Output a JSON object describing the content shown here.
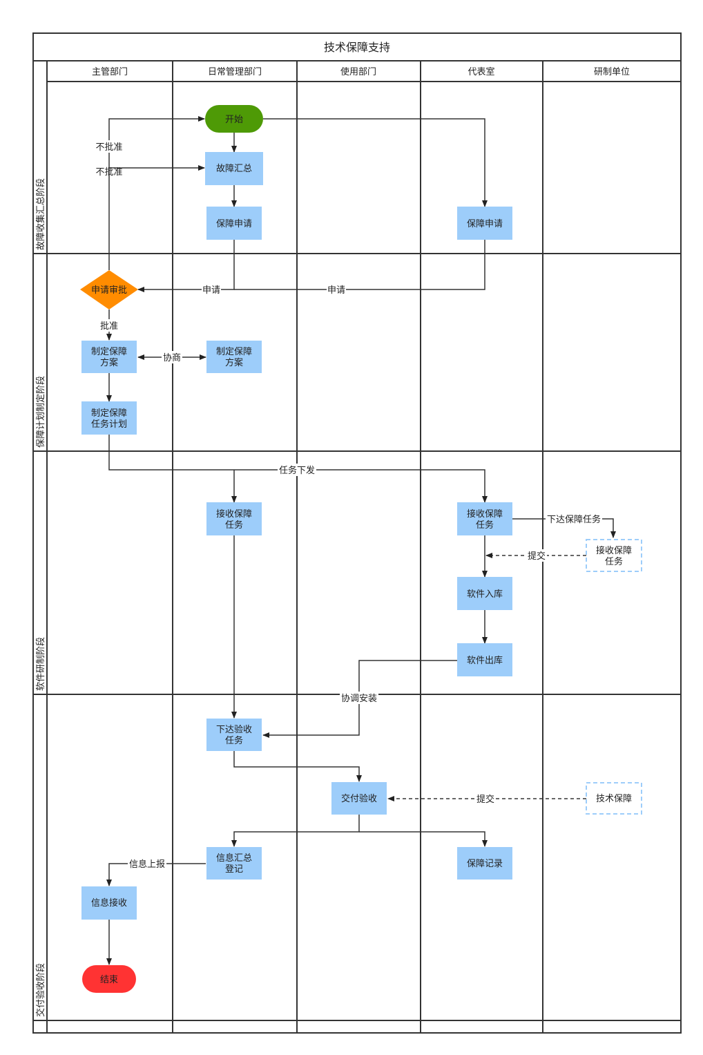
{
  "title": "技术保障支持",
  "columns": [
    "主管部门",
    "日常管理部门",
    "使用部门",
    "代表室",
    "研制单位"
  ],
  "phases": [
    "故障收集汇总阶段",
    "保障计划制定阶段",
    "软件研制阶段",
    "交付验收阶段"
  ],
  "nodes": {
    "start": "开始",
    "fault_summary": "故障汇总",
    "apply_daily": "保障申请",
    "apply_rep": "保障申请",
    "approve": "申请审批",
    "plan_main": [
      "制定保障",
      "方案"
    ],
    "plan_daily": [
      "制定保障",
      "方案"
    ],
    "task_plan": [
      "制定保障",
      "任务计划"
    ],
    "recv_daily": [
      "接收保障",
      "任务"
    ],
    "recv_rep": [
      "接收保障",
      "任务"
    ],
    "recv_dev": [
      "接收保障",
      "任务"
    ],
    "sw_in": "软件入库",
    "sw_out": "软件出库",
    "issue_accept": [
      "下达验收",
      "任务"
    ],
    "deliver": "交付验收",
    "tech_support": "技术保障",
    "info_reg": [
      "信息汇总",
      "登记"
    ],
    "record": "保障记录",
    "info_recv": "信息接收",
    "end": "结束"
  },
  "edge_labels": {
    "reject1": "不批准",
    "reject2": "不批准",
    "apply1": "申请",
    "apply2": "申请",
    "approve": "批准",
    "negotiate": "协商",
    "dispatch": "任务下发",
    "issue_task": "下达保障任务",
    "submit1": "提交",
    "coordinate": "协调安装",
    "submit2": "提交",
    "report": "信息上报"
  },
  "colors": {
    "process": "#9dcdfa",
    "start": "#4e9a06",
    "end": "#ff3333",
    "decision": "#ff8c00",
    "dashed_border": "#9dcdfa",
    "line": "#333333"
  }
}
